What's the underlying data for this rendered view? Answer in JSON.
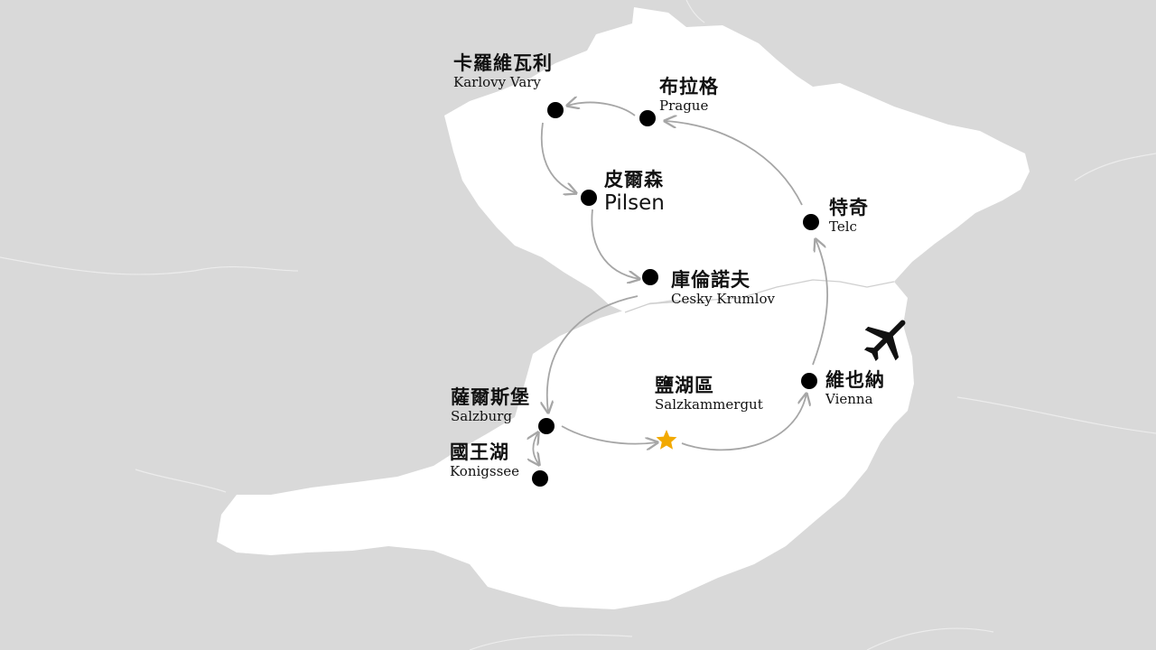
{
  "colors": {
    "background": "#d9d9d9",
    "land": "#ffffff",
    "border": "#c9c9c9",
    "route": "#a6a6a6",
    "marker": "#000000",
    "highlight_star": "#f2a900",
    "plane": "#111111"
  },
  "icons": {
    "airport": "airplane-icon",
    "highlight": "star-icon",
    "stop": "dot-marker"
  },
  "stops": [
    {
      "id": "karlovy-vary",
      "zh": "卡羅維瓦利",
      "en": "Karlovy Vary"
    },
    {
      "id": "prague",
      "zh": "布拉格",
      "en": "Prague"
    },
    {
      "id": "pilsen",
      "zh": "皮爾森",
      "en": "Pilsen"
    },
    {
      "id": "telc",
      "zh": "特奇",
      "en": "Telc"
    },
    {
      "id": "cesky-krumlov",
      "zh": "庫倫諾夫",
      "en": "Cesky Krumlov"
    },
    {
      "id": "salzburg",
      "zh": "薩爾斯堡",
      "en": "Salzburg"
    },
    {
      "id": "konigssee",
      "zh": "國王湖",
      "en": "Konigssee"
    },
    {
      "id": "salzkammergut",
      "zh": "鹽湖區",
      "en": "Salzkammergut"
    },
    {
      "id": "vienna",
      "zh": "維也納",
      "en": "Vienna"
    }
  ]
}
